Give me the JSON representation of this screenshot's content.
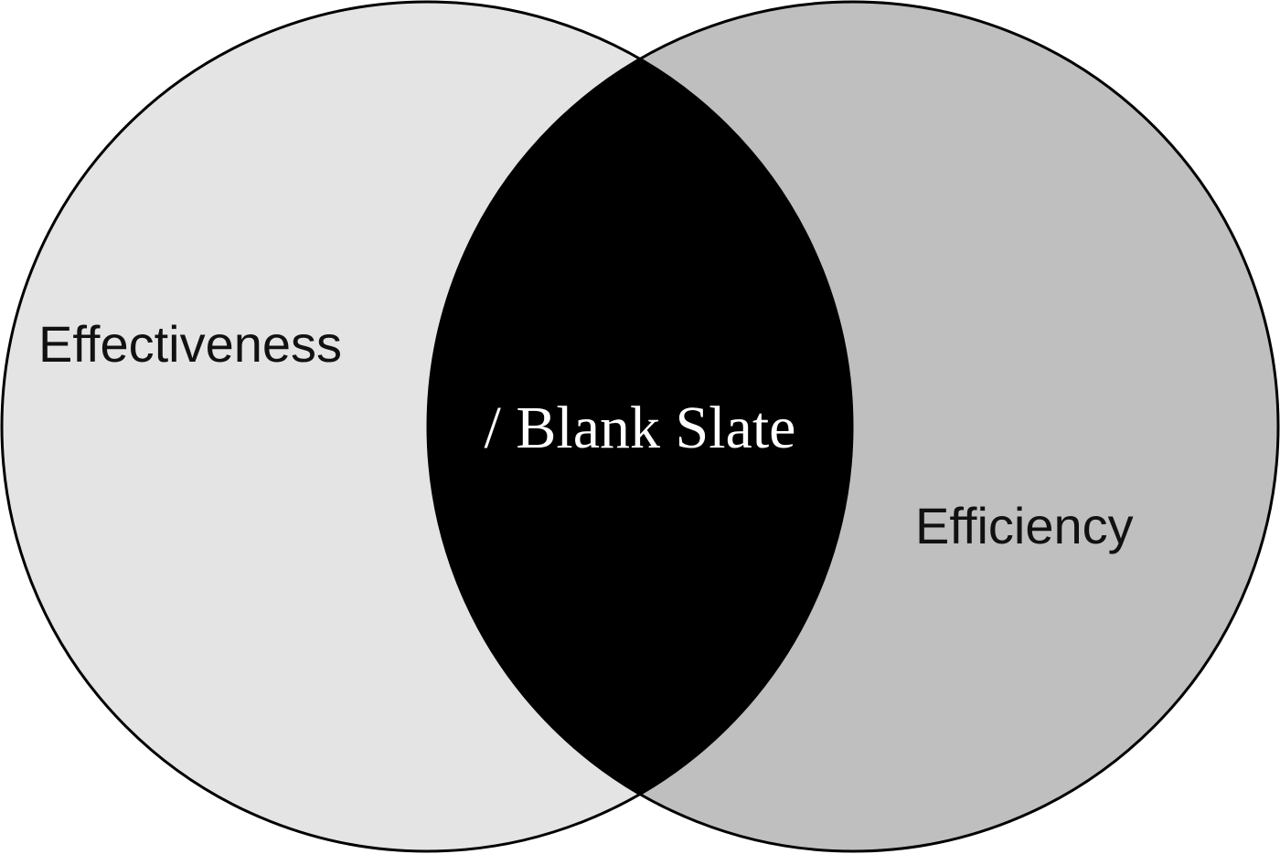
{
  "diagram": {
    "type": "venn",
    "sets": [
      {
        "label": "Effectiveness",
        "fill": "#e4e4e4"
      },
      {
        "label": "Efficiency",
        "fill": "#bfbfbf"
      }
    ],
    "intersection": {
      "label": "/ Blank Slate",
      "fill": "#000000",
      "text_color": "#ffffff"
    },
    "outline_color": "#000000"
  }
}
